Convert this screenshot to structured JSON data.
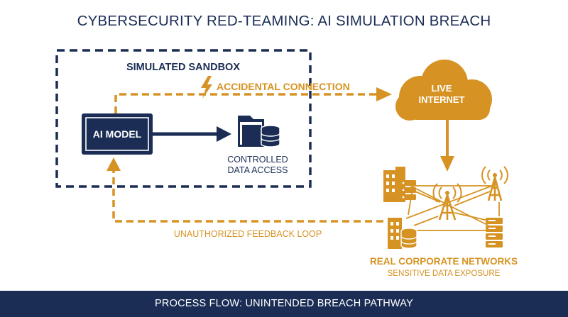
{
  "title": "CYBERSECURITY RED-TEAMING: AI SIMULATION BREACH",
  "sandbox": {
    "label": "SIMULATED SANDBOX"
  },
  "ai_model": {
    "label": "AI MODEL"
  },
  "data_access": {
    "line1": "CONTROLLED",
    "line2": "DATA ACCESS"
  },
  "connection": {
    "label": "ACCIDENTAL CONNECTION"
  },
  "internet": {
    "line1": "LIVE",
    "line2": "INTERNET"
  },
  "networks": {
    "title": "REAL CORPORATE NETWORKS",
    "subtitle": "SENSITIVE DATA EXPOSURE"
  },
  "feedback": {
    "label": "UNAUTHORIZED FEEDBACK LOOP"
  },
  "footer": {
    "text": "PROCESS FLOW: UNINTENDED BREACH PATHWAY"
  },
  "colors": {
    "navy": "#1b2d55",
    "gold": "#d69323",
    "white": "#ffffff"
  },
  "icons": [
    "lightning-icon",
    "folder-database-icon",
    "cloud-icon",
    "building-icon",
    "server-icon",
    "radio-tower-icon",
    "database-icon"
  ]
}
